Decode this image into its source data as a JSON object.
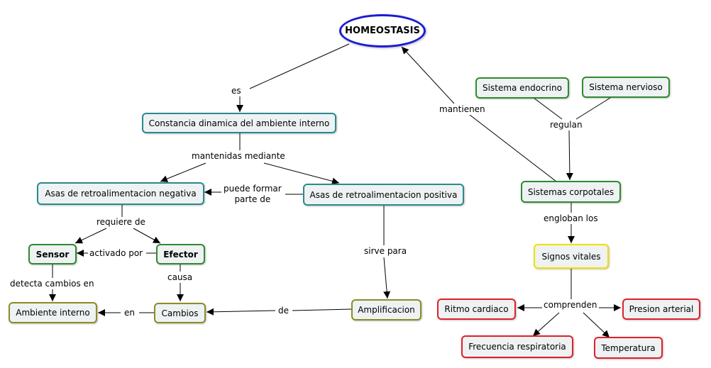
{
  "nodes": {
    "homeostasis": "HOMEOSTASIS",
    "constancia": "Constancia dinamica del ambiente interno",
    "negativa": "Asas de retroalimentacion negativa",
    "positiva": "Asas de retroalimentacion positiva",
    "sensor": "Sensor",
    "efector": "Efector",
    "ambiente": "Ambiente interno",
    "cambios": "Cambios",
    "amplificacion": "Amplificacion",
    "endocrino": "Sistema endocrino",
    "nervioso": "Sistema nervioso",
    "corporales": "Sistemas corpotales",
    "signos": "Signos vitales",
    "ritmo": "Ritmo cardiaco",
    "presion": "Presion arterial",
    "frecuencia": "Frecuencia respiratoria",
    "temperatura": "Temperatura"
  },
  "links": {
    "es": "es",
    "mantenidas": "mantenidas mediante",
    "puede_formar_1": "puede formar",
    "puede_formar_2": "parte de",
    "requiere": "requiere de",
    "activado": "activado por",
    "detecta": "detecta cambios en",
    "causa": "causa",
    "en": "en",
    "de": "de",
    "sirve": "sirve para",
    "mantienen": "mantienen",
    "regulan": "regulan",
    "engloban": "engloban los",
    "comprenden": "comprenden"
  },
  "colors": {
    "teal": "#2a8a8f",
    "green": "#2e8b2e",
    "olive": "#8c8c28",
    "red": "#e0202a",
    "yellow": "#f0e000",
    "blue": "#1b1bd6",
    "node_fill": "#eef2f3"
  }
}
